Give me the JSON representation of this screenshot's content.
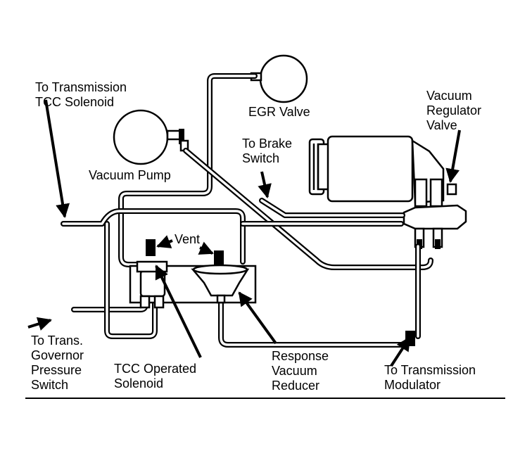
{
  "labels": {
    "to_transmission_tcc_solenoid": [
      "To Transmission",
      "TCC Solenoid"
    ],
    "egr_valve": [
      "EGR Valve"
    ],
    "vacuum_regulator_valve": [
      "Vacuum",
      "Regulator",
      "Valve"
    ],
    "to_brake_switch": [
      "To Brake",
      "Switch"
    ],
    "vacuum_pump": [
      "Vacuum Pump"
    ],
    "vent": [
      "Vent"
    ],
    "to_trans_governor_pressure_switch": [
      "To Trans.",
      "Governor",
      "Pressure",
      "Switch"
    ],
    "tcc_operated_solenoid": [
      "TCC Operated",
      "Solenoid"
    ],
    "response_vacuum_reducer": [
      "Response",
      "Vacuum",
      "Reducer"
    ],
    "to_transmission_modulator": [
      "To Transmission",
      "Modulator"
    ]
  }
}
